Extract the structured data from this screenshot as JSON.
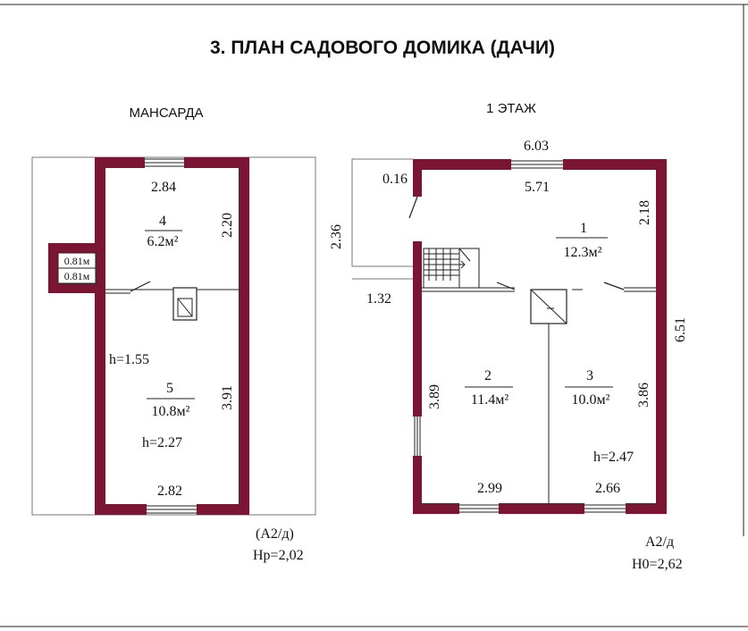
{
  "title": "3. ПЛАН САДОВОГО ДОМИКА (ДАЧИ)",
  "attic": {
    "heading": "МАНСАРДА",
    "room4": {
      "number": "4",
      "area": "6.2м²"
    },
    "room5": {
      "number": "5",
      "area": "10.8м²"
    },
    "dims": {
      "top_width": "2.84",
      "room4_height": "2.20",
      "room5_height": "3.91",
      "bottom_width": "2.82",
      "h_low": "h=1.55",
      "h_room": "h=2.27",
      "niche_1": "0.81м",
      "niche_2": "0.81м"
    },
    "footer_a": "(А2/д)",
    "footer_b": "Нр=2,02"
  },
  "floor1": {
    "heading": "1 ЭТАЖ",
    "room1": {
      "number": "1",
      "area": "12.3м²"
    },
    "room2": {
      "number": "2",
      "area": "11.4м²"
    },
    "room3": {
      "number": "3",
      "area": "10.0м²"
    },
    "dims": {
      "outer_top": "6.03",
      "inner_top": "5.71",
      "wall_corner": "0.16",
      "porch_height": "2.36",
      "porch_width": "1.32",
      "room1_height": "2.18",
      "outer_right": "6.51",
      "room2_height": "3.89",
      "room3_height": "3.86",
      "bottom_left": "2.99",
      "bottom_right": "2.66",
      "h_room": "h=2.47"
    },
    "footer_a": "А2/д",
    "footer_b": "Н0=2,62"
  }
}
